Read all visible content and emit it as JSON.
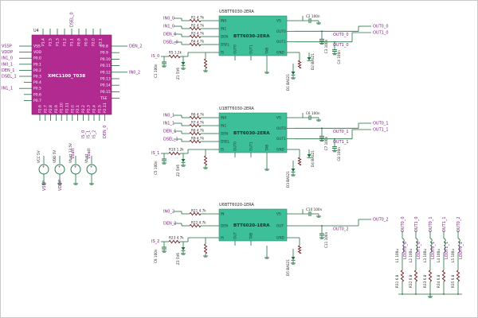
{
  "colors": {
    "mcu_fill": "#b02a8f",
    "driver_fill": "#3dbf9a",
    "wire": "#1f6e3f",
    "net_label": "#7a1a7a"
  },
  "mcu": {
    "ref": "U4",
    "name": "XMC1100_T038",
    "top_pins": [
      "P1.4",
      "P1.5",
      "P1.3",
      "P1.2",
      "P1.1",
      "P0.8",
      "P0.9",
      "P2.0",
      "P2.1"
    ],
    "left_pins": [
      "VSS",
      "VDD",
      "P0.0",
      "P0.1",
      "P0.2",
      "P0.3",
      "P0.4",
      "P0.5",
      "P0.6",
      "P0.7"
    ],
    "right_pins": [
      "P0.8",
      "P0.9",
      "P0.10",
      "P0.11",
      "P0.12",
      "P0.13",
      "P0.14",
      "P0.15",
      "TSE"
    ],
    "bottom_pins": [
      "P2.6",
      "P2.7",
      "P2.8",
      "P2.9",
      "P2.10",
      "P2.11",
      "P2.0",
      "P2.1",
      "P2.2",
      "P2.3",
      "P2.4",
      "P2.5",
      "P2.11"
    ],
    "left_nets": [
      "VSSP",
      "VDDP",
      "IN1_0",
      "IN0_1",
      "DEN_1",
      "DSEL_1",
      "",
      "IN1_1",
      ""
    ],
    "right_nets": [
      "DEN_2",
      "",
      "",
      "",
      "IN0_2",
      "",
      "",
      ""
    ],
    "top_nets": [
      "",
      "",
      "",
      "",
      "DSEL_0",
      ""
    ],
    "bottom_nets": [
      "",
      "",
      "",
      "",
      "",
      "",
      "",
      "",
      "IS_0",
      "IS_1",
      "IS_2",
      "",
      "DEN_0"
    ]
  },
  "drivers": [
    {
      "ref": "U5",
      "part": "BTT6030-2ERA",
      "title": "U5BTT6030-2ERA",
      "left_pins": [
        "IN0",
        "IN1",
        "DEN",
        "DSEL",
        "IS"
      ],
      "right_pins": [
        "VS",
        "OUT0",
        "OUT1",
        "GND"
      ],
      "bottom_pins": [
        "OUT0",
        "OUT1",
        "TAB"
      ],
      "inputs": [
        "IN0_0",
        "IN1_0",
        "DEN_0",
        "DSEL_0",
        "IS_0"
      ],
      "outputs": [
        "OUT0_0",
        "OUT1_0"
      ],
      "resistors": [
        "R1 4.7k",
        "R2 4.7k",
        "R3 4.7k",
        "R4 4.7k",
        "R5 1.2k"
      ],
      "caps": [
        "C1 100n",
        "C2 100n",
        "C3 100n",
        "C4 100n"
      ],
      "diodes": [
        "D1 BAS21",
        "D2 BAS21"
      ],
      "zener": "Z1 5V6"
    },
    {
      "ref": "U1",
      "part": "BTT6030-2ERA",
      "title": "U1BTT6030-2ERA",
      "left_pins": [
        "IN0",
        "IN1",
        "DEN",
        "DSEL",
        "IS"
      ],
      "right_pins": [
        "VS",
        "OUT0",
        "OUT1",
        "GND"
      ],
      "bottom_pins": [
        "OUT0",
        "OUT1",
        "TAB"
      ],
      "inputs": [
        "IN0_1",
        "IN1_1",
        "DEN_1",
        "DSEL_1",
        "IS_1"
      ],
      "outputs": [
        "OUT0_1",
        "OUT1_1"
      ],
      "resistors": [
        "R6 4.7k",
        "R7 4.7k",
        "R8 4.7k",
        "R9 4.7k",
        "R10 1.2k"
      ],
      "caps": [
        "C5 100n",
        "C6 100n",
        "C7 100n",
        "C8 100n"
      ],
      "diodes": [
        "D3 BAS21",
        "D4 BAS21"
      ],
      "zener": "Z2 5V6"
    },
    {
      "ref": "U6",
      "part": "BTT6020-1ERA",
      "title": "U6BTT6020-1ERA",
      "left_pins": [
        "IN",
        "DEN",
        "IS"
      ],
      "right_pins": [
        "VS",
        "OUT",
        "GND"
      ],
      "bottom_pins": [
        "OUT",
        "TAB"
      ],
      "inputs": [
        "IN0_2",
        "DEN_2",
        "IS_2"
      ],
      "outputs": [
        "OUT0_2"
      ],
      "resistors": [
        "R21 4.7k",
        "R22 4.7k",
        "R23 4.7k"
      ],
      "caps": [
        "C9 100n",
        "C10 100n",
        "C11 100n"
      ],
      "diodes": [
        "D5 BAS21"
      ],
      "zener": "Z3 5V6"
    }
  ],
  "sources": {
    "labels": [
      "VSSP",
      "VDDP",
      "Vbatt",
      "Vbatt"
    ],
    "names": [
      "VCC 5V",
      "VDD 5V",
      "Vbatt 13.5V",
      "Vbatt"
    ]
  },
  "loads": {
    "nets": [
      "LOUT0_0",
      "LOUT1_0",
      "LOUT0_1",
      "LOUT1_1",
      "LOUT0_2"
    ],
    "inductors": [
      "L1 100u",
      "L2 100u",
      "L3 100u",
      "L4 100u",
      "L5 100u"
    ],
    "resistors": [
      "R31 6.8",
      "R32 6.8",
      "R33 6.8",
      "R34 6.8",
      "R35 6.8"
    ],
    "top_nets": [
      "OUT0_0",
      "OUT1_0",
      "OUT0_1",
      "OUT1_1",
      "OUT0_2"
    ]
  }
}
